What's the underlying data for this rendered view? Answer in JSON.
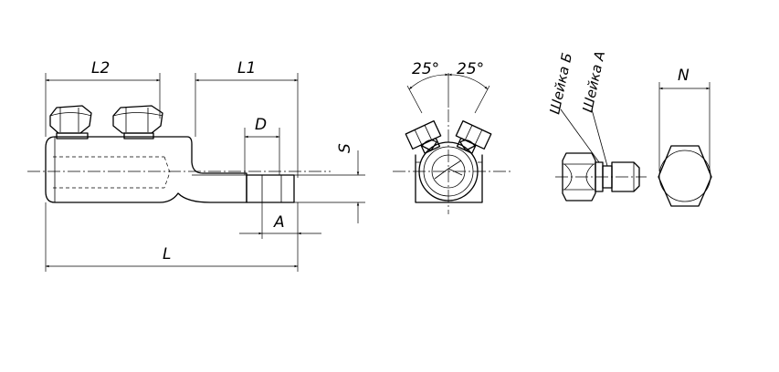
{
  "dimensions": {
    "L2": "L2",
    "L1": "L1",
    "D": "D",
    "S": "S",
    "A": "A",
    "L": "L",
    "N": "N",
    "angle_left": "25°",
    "angle_right": "25°"
  },
  "annotations": {
    "neck_b": "Шейка Б",
    "neck_a": "Шейка А"
  }
}
